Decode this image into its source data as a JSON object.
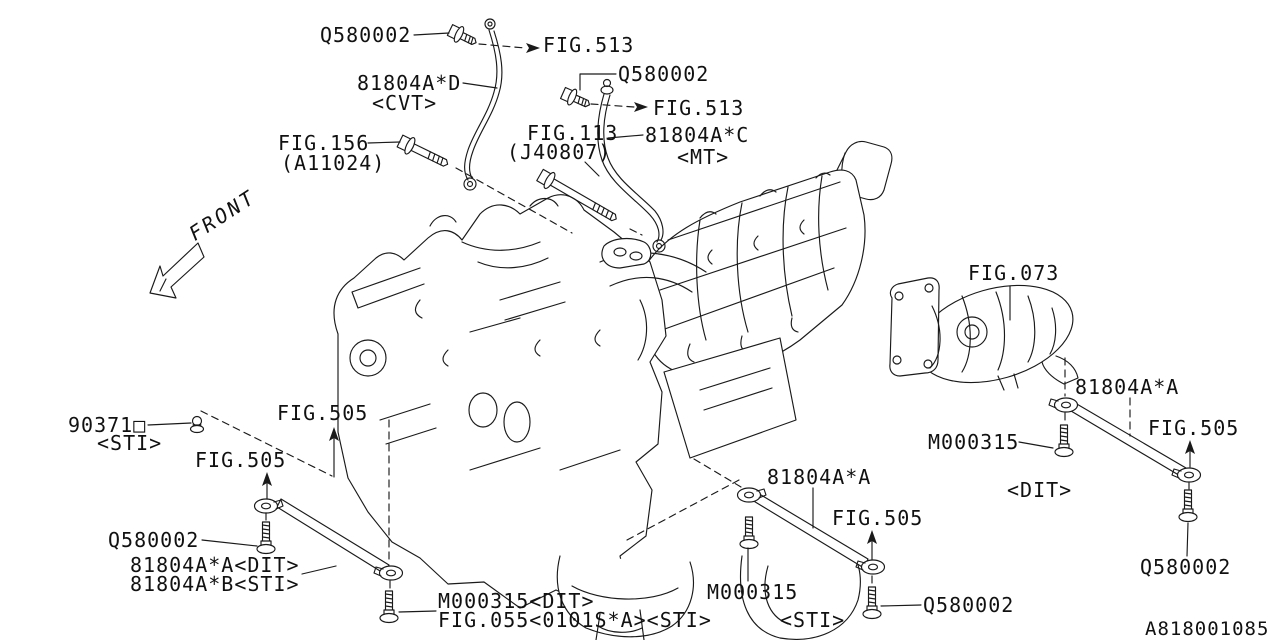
{
  "diagram": {
    "figure_id": "A818001085",
    "front_marker": "FRONT",
    "callouts": {
      "q580002_top_left": "Q580002",
      "fig513_top_left": "FIG.513",
      "part_81804a_d": "81804A*D",
      "variant_cvt": "<CVT>",
      "q580002_top_mid": "Q580002",
      "fig513_top_mid": "FIG.513",
      "fig113": "FIG.113",
      "fig113_sub": "(J40807)",
      "part_81804a_c": "81804A*C",
      "variant_mt": "<MT>",
      "fig156": "FIG.156",
      "fig156_sub": "(A11024)",
      "fig073": "FIG.073",
      "part_81804a_a_right": "81804A*A",
      "fig505_right": "FIG.505",
      "m000315_right": "M000315",
      "variant_dit_right": "<DIT>",
      "q580002_bottom_right": "Q580002",
      "part_90371": "90371□",
      "variant_sti_left": "<STI>",
      "fig505_left_upper": "FIG.505",
      "fig505_left_lower": "FIG.505",
      "q580002_left": "Q580002",
      "part_81804a_a_dit": "81804A*A<DIT>",
      "part_81804a_b_sti": "81804A*B<STI>",
      "m000315_dit": "M000315<DIT>",
      "fig055_sti": "FIG.055<0101S*A><STI>",
      "part_81804a_a_mid": "81804A*A",
      "fig505_mid": "FIG.505",
      "m000315_mid": "M000315",
      "variant_sti_mid": "<STI>",
      "q580002_mid": "Q580002"
    },
    "icon_colors": {
      "line": "#1a1a1a",
      "background": "#ffffff"
    }
  }
}
